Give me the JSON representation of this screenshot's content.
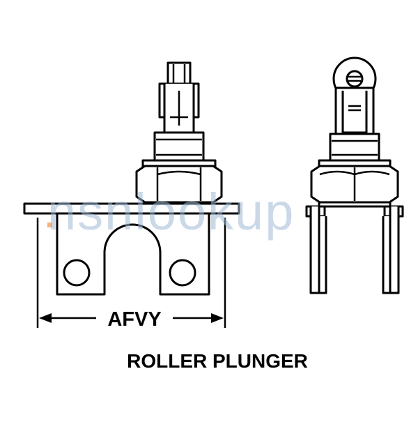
{
  "watermark": {
    "text": "nsnlookup",
    "color": "#9fb8d6",
    "dot_color": "#f0a060"
  },
  "dimension": {
    "label": "AFVY"
  },
  "caption": {
    "text": "ROLLER PLUNGER"
  },
  "colors": {
    "line": "#000000",
    "background": "#ffffff"
  }
}
